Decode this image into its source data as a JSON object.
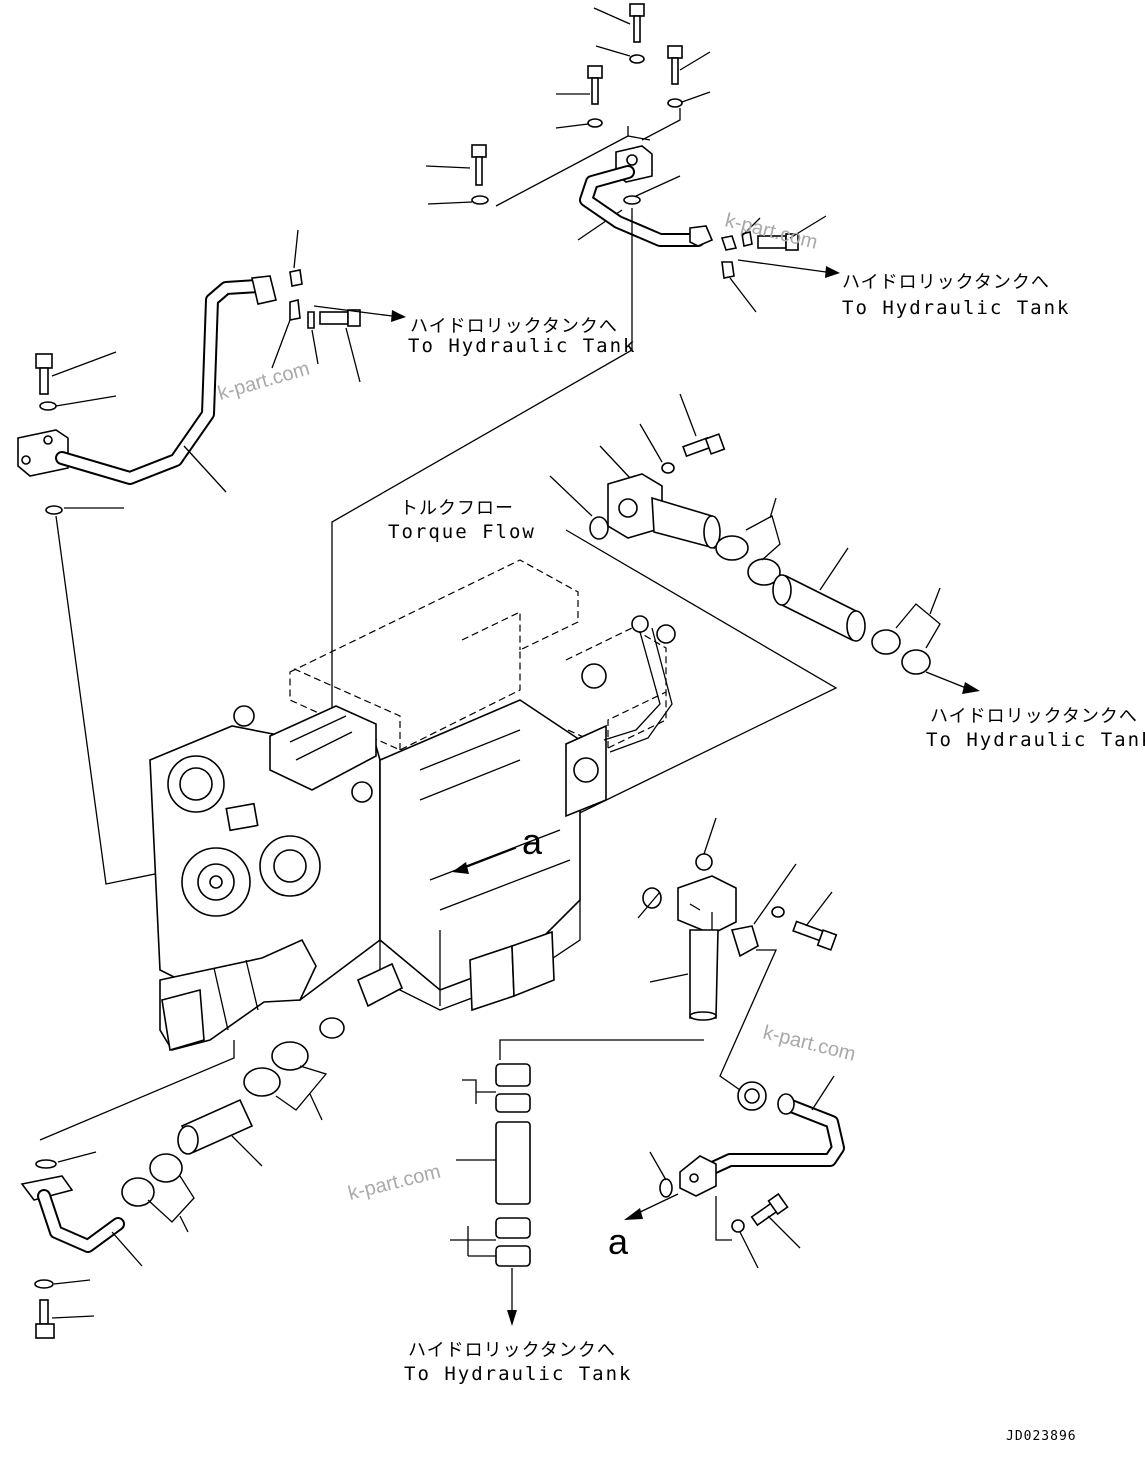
{
  "to_tank_jp": "ハイドロリックタンクへ",
  "to_tank_en": "To Hydraulic Tank",
  "torque_flow_jp": "トルクフロー",
  "torque_flow_en": "Torque Flow",
  "ref_a": "a",
  "watermark": "k-part.com",
  "drawing_code": "JD023896"
}
